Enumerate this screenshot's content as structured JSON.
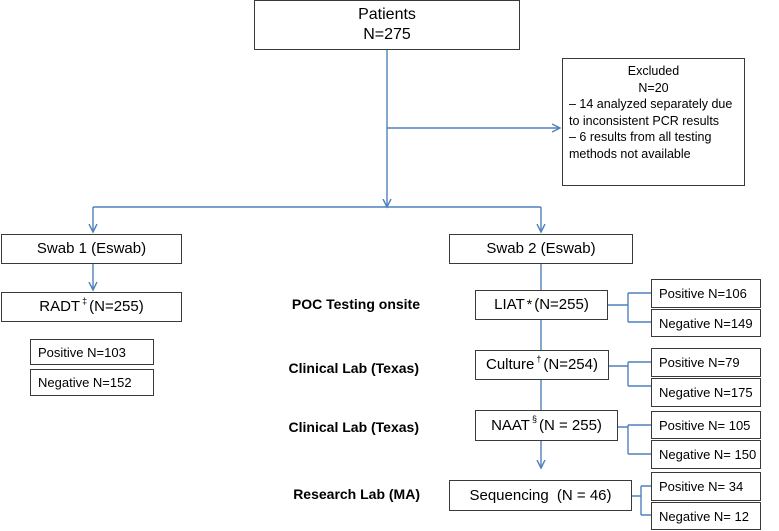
{
  "patients": {
    "title": "Patients",
    "count": "N=275"
  },
  "excluded": {
    "title": "Excluded",
    "count": "N=20",
    "items": [
      "– 14 analyzed separately due to inconsistent PCR results",
      "– 6 results from all testing methods not available"
    ]
  },
  "swab1": {
    "label": "Swab 1 (Eswab)",
    "test": {
      "name": "RADT",
      "mark": "‡",
      "count": "(N=255)"
    },
    "results": {
      "positive": "Positive N=103",
      "negative": "Negative N=152"
    }
  },
  "swab2": {
    "label": "Swab 2 (Eswab)"
  },
  "stages": [
    {
      "location": "POC Testing onsite",
      "name": "LIAT",
      "mark": "*",
      "count": "(N=255)",
      "positive": "Positive N=106",
      "negative": "Negative N=149"
    },
    {
      "location": "Clinical Lab (Texas)",
      "name": "Culture",
      "mark": "†",
      "count": "(N=254)",
      "positive": "Positive N=79",
      "negative": "Negative N=175"
    },
    {
      "location": "Clinical Lab (Texas)",
      "name": "NAAT",
      "mark": "§",
      "count": "(N = 255)",
      "positive": "Positive N= 105",
      "negative": "Negative N= 150"
    },
    {
      "location": "Research Lab (MA)",
      "name": "Sequencing",
      "mark": "",
      "count": "(N = 46)",
      "positive": "Positive N= 34",
      "negative": "Negative N= 12"
    }
  ]
}
